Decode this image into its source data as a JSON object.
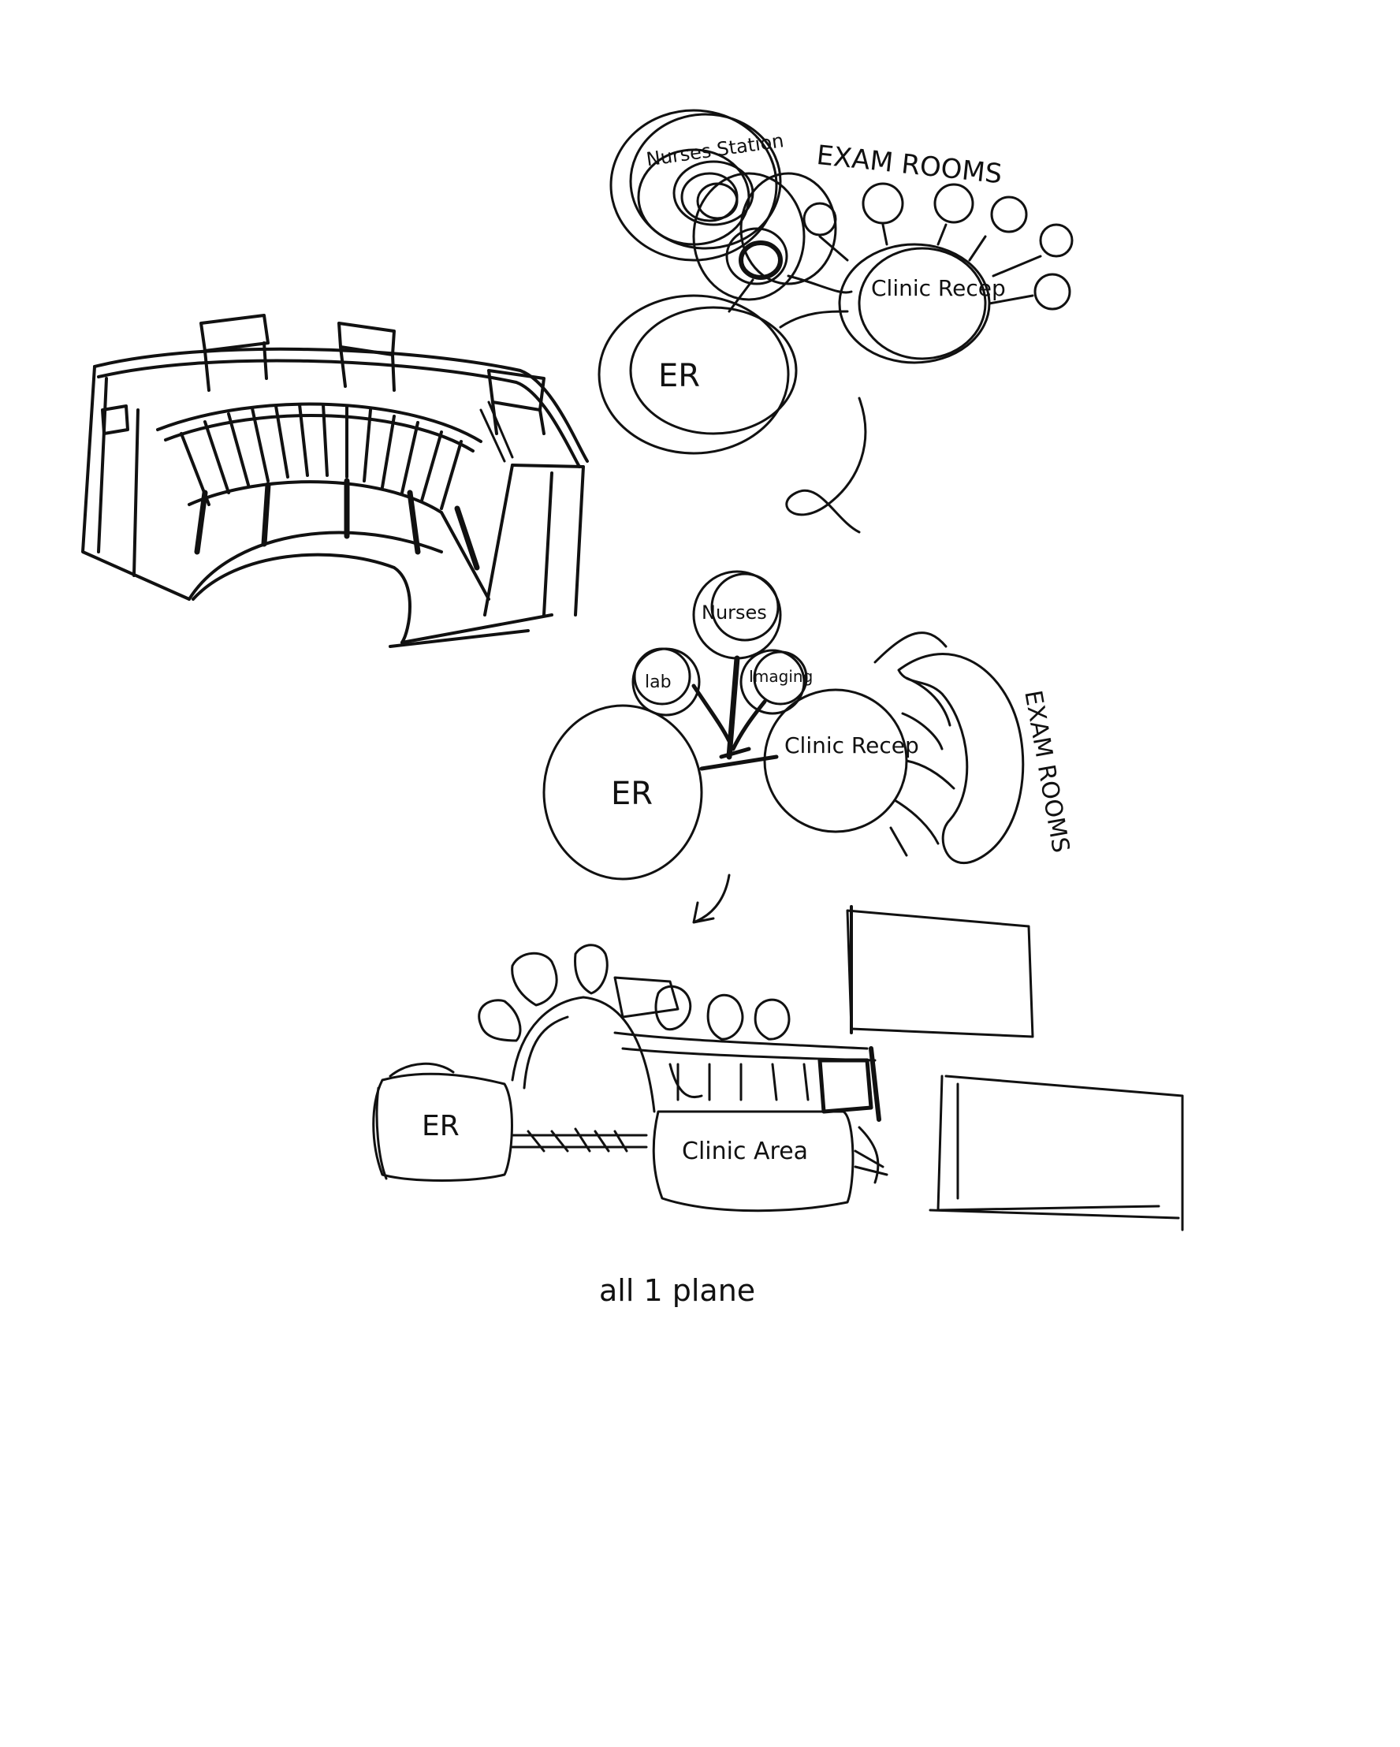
{
  "sketch1": {
    "nurses_station": "Nurses Station",
    "exam_rooms": "EXAM ROOMS",
    "clinic_reception": "Clinic Recep",
    "er": "ER"
  },
  "sketch2": {
    "nurses": "Nurses",
    "lab": "lab",
    "imaging": "Imaging",
    "clinic_reception": "Clinic Recep",
    "exam_rooms": "EXAM ROOMS",
    "er": "ER"
  },
  "sketch3": {
    "er": "ER",
    "clinic_area": "Clinic Area",
    "caption": "all 1 plane"
  },
  "colors": {
    "ink": "#111111",
    "paper": "#ffffff"
  }
}
